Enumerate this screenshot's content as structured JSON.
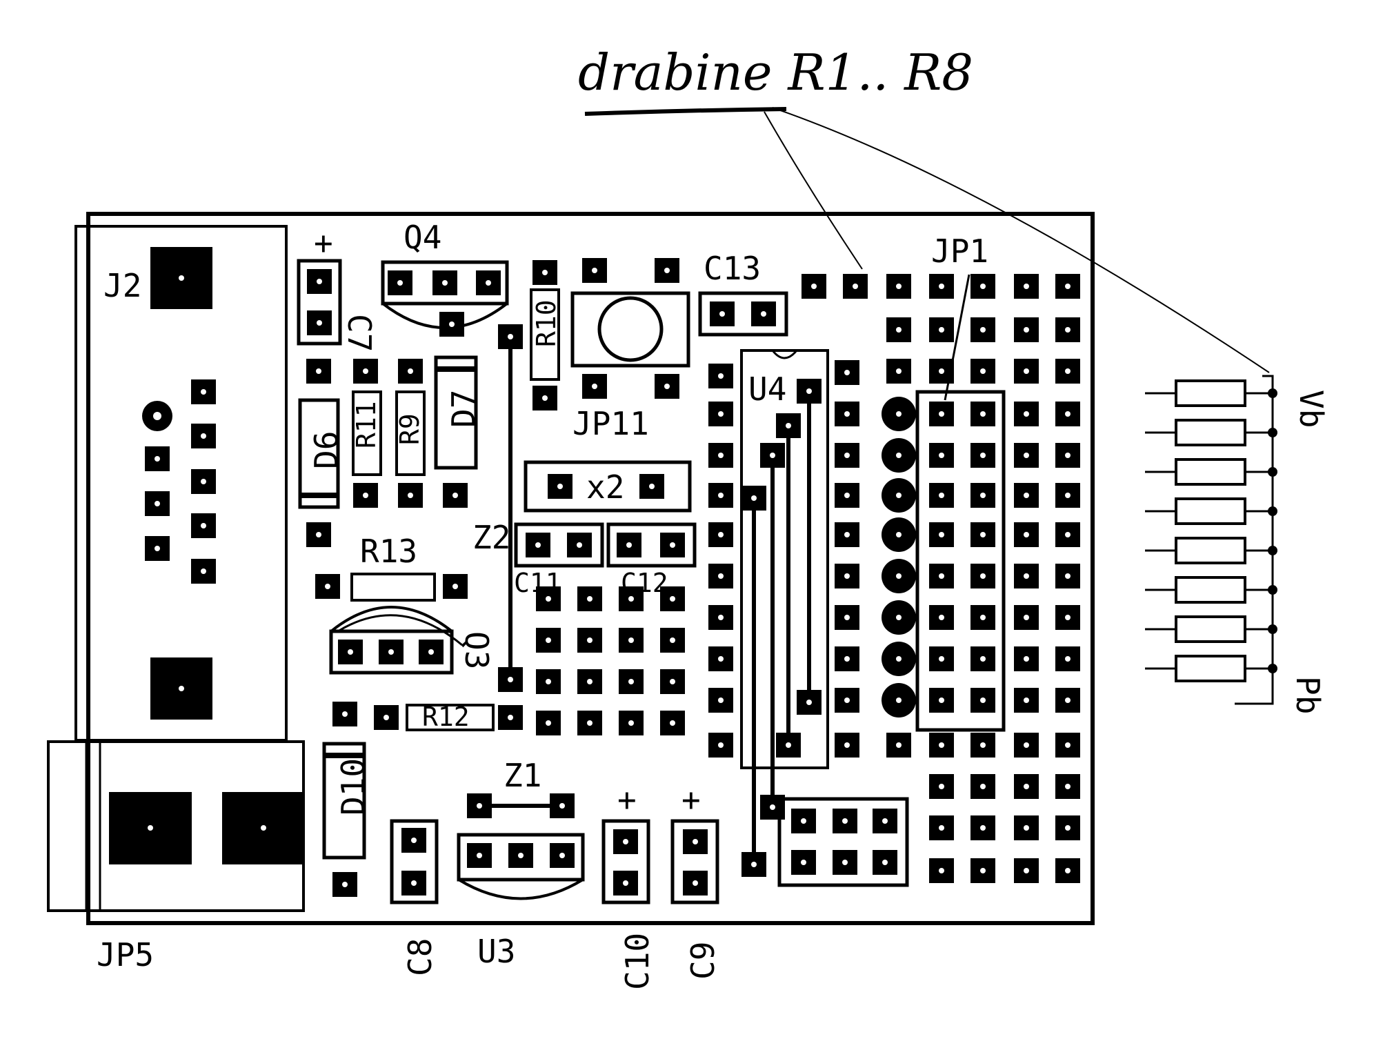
{
  "annotation": {
    "text": "drabine R1.. R8"
  },
  "labels": {
    "J2": "J2",
    "Q4": "Q4",
    "C7": "C7",
    "R10": "R10",
    "C13": "C13",
    "JP1": "JP1",
    "JP11": "JP11",
    "U4": "U4",
    "D6": "D6",
    "R11": "R11",
    "R9": "R9",
    "D7": "D7",
    "X2": "x2",
    "Z2": "Z2",
    "C11": "C11",
    "C12": "C12",
    "R13": "R13",
    "Q3": "Q3",
    "R12": "R12",
    "D10": "D10",
    "Z1": "Z1",
    "JP5": "JP5",
    "C8": "C8",
    "U3": "U3",
    "C10": "C10",
    "C9": "C9",
    "VB": "Vb",
    "PB": "Pb",
    "plus": "+"
  },
  "resistor_ladder": {
    "count": 8
  },
  "colors": {
    "ink": "#000000",
    "board_bg": "#ffffff",
    "pad_hole": "#ffffff"
  }
}
